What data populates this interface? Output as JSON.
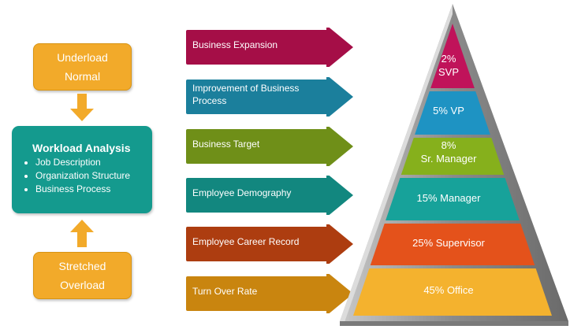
{
  "top_box": {
    "line1": "Underload",
    "line2": "Normal"
  },
  "bottom_box": {
    "line1": "Stretched",
    "line2": "Overload"
  },
  "analysis": {
    "title": "Workload Analysis",
    "items": [
      "Job Description",
      "Organization Structure",
      "Business Process"
    ]
  },
  "arrows": [
    {
      "label": "Business Expansion",
      "color": "#a50e47"
    },
    {
      "label": "Improvement of Business Process",
      "color": "#1b7f9c"
    },
    {
      "label": "Business Target",
      "color": "#6f8f18"
    },
    {
      "label": "Employee Demography",
      "color": "#12877f"
    },
    {
      "label": "Employee Career Record",
      "color": "#ad3d10"
    },
    {
      "label": "Turn Over Rate",
      "color": "#c9850f"
    }
  ],
  "pyramid": {
    "levels": [
      {
        "line1": "2%",
        "line2": "SVP",
        "color": "#c0135a"
      },
      {
        "line1": "5% VP",
        "line2": "",
        "color": "#1e93c3"
      },
      {
        "line1": "8%",
        "line2": "Sr. Manager",
        "color": "#86b01c"
      },
      {
        "line1": "15% Manager",
        "line2": "",
        "color": "#17a29a"
      },
      {
        "line1": "25% Supervisor",
        "line2": "",
        "color": "#e4521b"
      },
      {
        "line1": "45% Office",
        "line2": "",
        "color": "#f4b22e"
      }
    ]
  },
  "colors": {
    "orange": "#f2aa2a",
    "teal": "#149a8e",
    "frame": "#9a9a9a"
  }
}
